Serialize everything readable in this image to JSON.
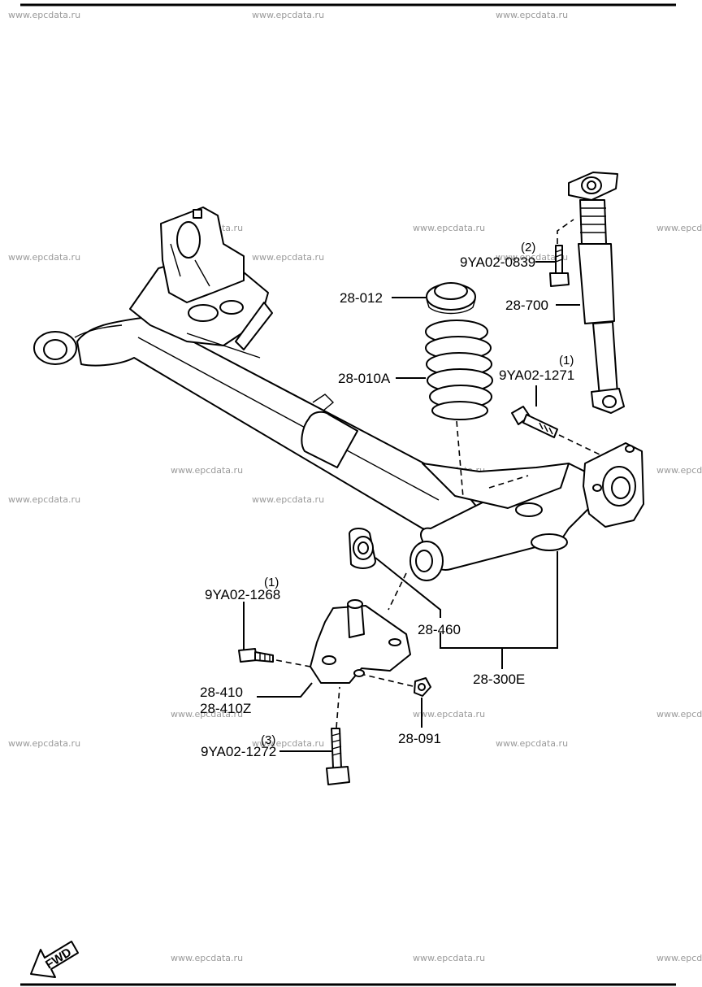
{
  "watermark": "www.epcdata.ru",
  "callouts": {
    "p28_012": "28-012",
    "p28_700": "28-700",
    "p28_010a": "28-010A",
    "p28_460": "28-460",
    "p28_300e": "28-300E",
    "p28_410": "28-410",
    "p28_410z": "28-410Z",
    "p28_091": "28-091",
    "bolt_0839": {
      "code": "9YA02-0839",
      "qty": "(2)"
    },
    "bolt_1271": {
      "code": "9YA02-1271",
      "qty": "(1)"
    },
    "bolt_1268": {
      "code": "9YA02-1268",
      "qty": "(1)"
    },
    "bolt_1272": {
      "code": "9YA02-1272",
      "qty": "(3)"
    }
  },
  "fwd_label": "FWD"
}
